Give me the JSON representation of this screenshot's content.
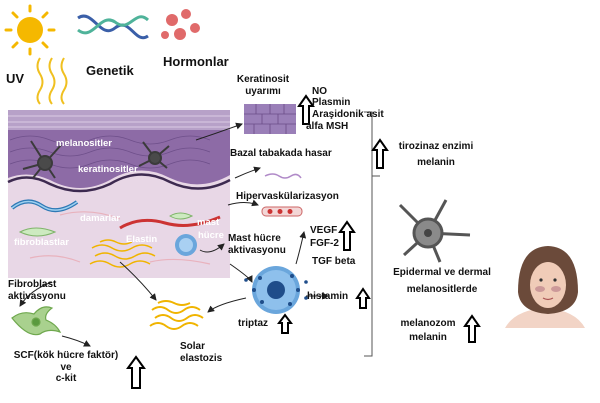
{
  "top_labels": {
    "uv": "UV",
    "genetic": "Genetik",
    "hormones": "Hormonlar"
  },
  "skin_labels": {
    "melanocytes": "melanositler",
    "keratinocytes": "keratinositler",
    "vessels": "damarlar",
    "mast": "mast",
    "cell": "hücre",
    "fibroblasts": "fibroblastlar",
    "elastin": "Elastin"
  },
  "pathway": {
    "keratinocyte_stim_1": "Keratinosit",
    "keratinocyte_stim_2": "uyarımı",
    "no": "NO",
    "plasmin": "Plasmin",
    "arachidonic": "Araşidonik asit",
    "alpha_msh": "alfa MSH",
    "basal_damage": "Bazal tabakada hasar",
    "hypervasc": "Hipervaskülarizasyon",
    "mast_act_1": "Mast hücre",
    "mast_act_2": "aktivasyonu",
    "vegf": "VEGF",
    "fgf2": "FGF-2",
    "tgf": "TGF beta",
    "histamine": "histamin",
    "tryptase": "triptaz",
    "solar_1": "Solar",
    "solar_2": "elastozis",
    "fib_act_1": "Fibroblast",
    "fib_act_2": "aktivasyonu",
    "scf_1": "SCF(kök hücre faktör)",
    "scf_2": "ve",
    "scf_3": "c-kit",
    "tyrosinase_1": "tirozinaz enzimi",
    "tyrosinase_2": "melanin",
    "epi_1": "Epidermal ve dermal",
    "epi_2": "melanositlerde",
    "melanosome_1": "melanozom",
    "melanosome_2": "melanin"
  },
  "colors": {
    "sun": "#f5b800",
    "dna_blue": "#3a5fa8",
    "dna_green": "#4fb39a",
    "hormone": "#e06a6a",
    "epidermis": "#8d6ba6",
    "dermis": "#e8d7e6",
    "elastin": "#f0b400",
    "mast": "#6aa6dc",
    "fibroblast": "#a9d18e"
  }
}
